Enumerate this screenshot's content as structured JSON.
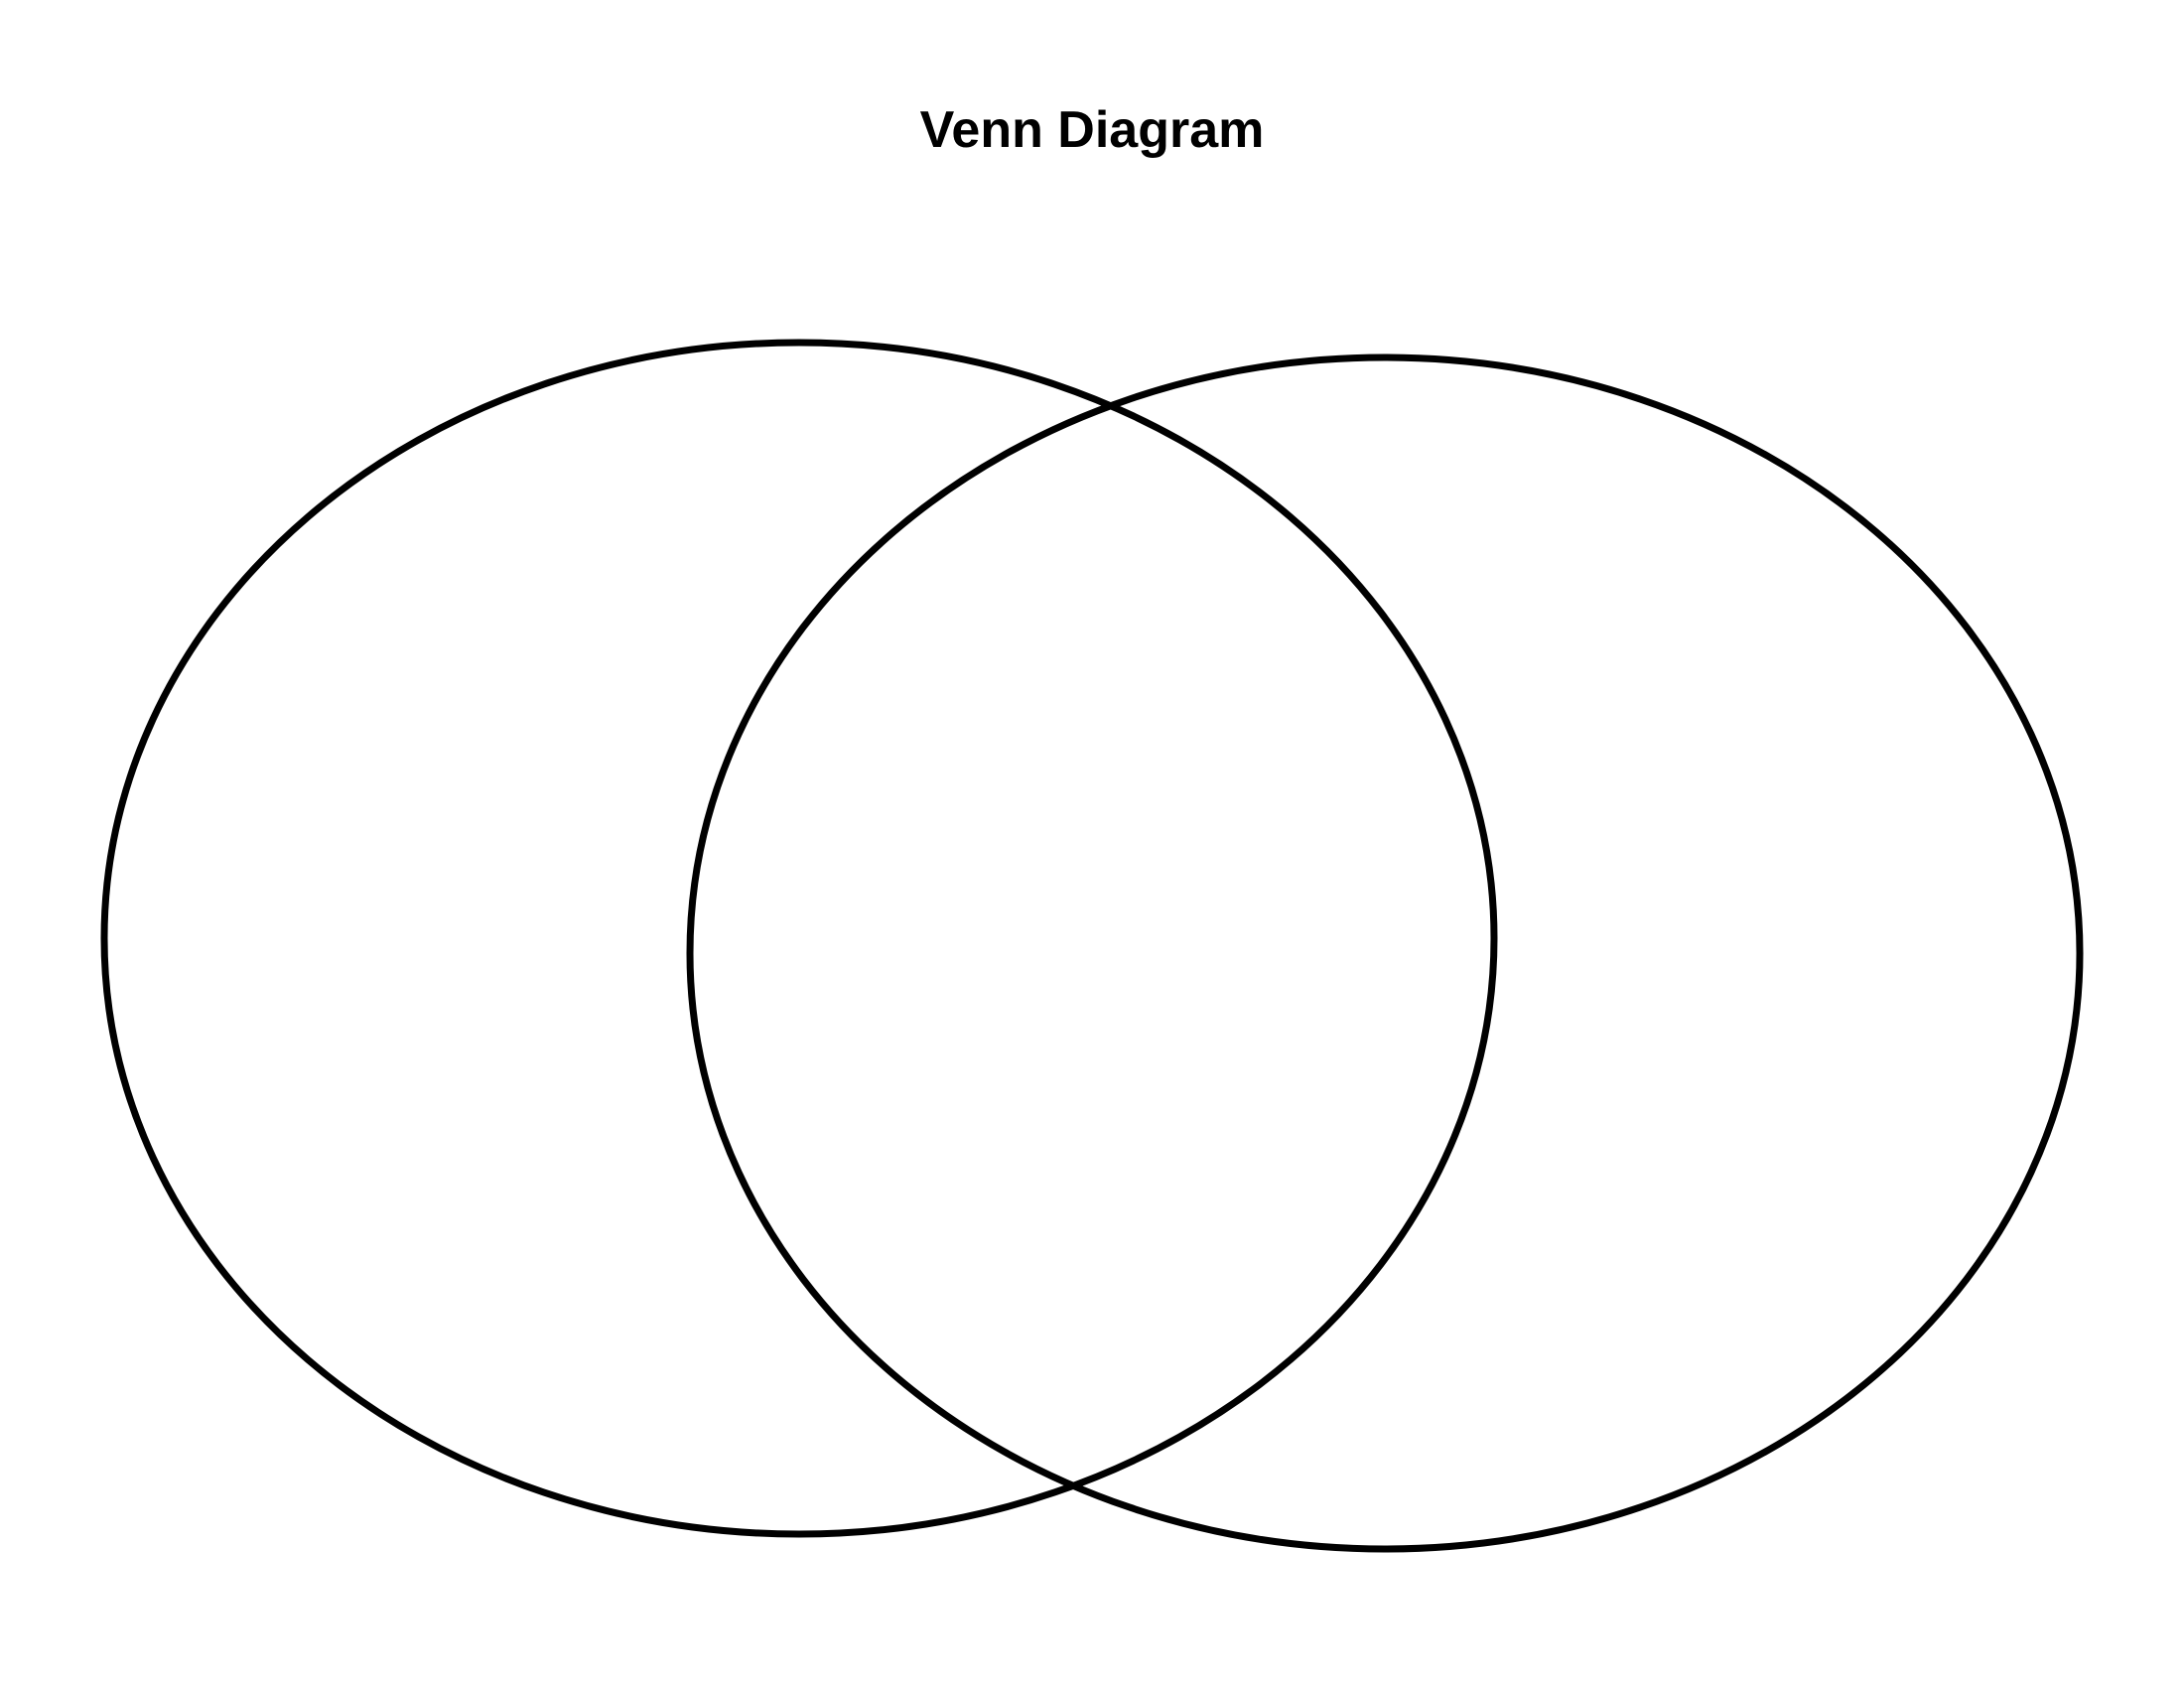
{
  "page": {
    "title": "Venn Diagram"
  },
  "diagram": {
    "type": "venn",
    "set_count": 2,
    "stroke_color": "#000000",
    "fill_color": "#ffffff"
  }
}
